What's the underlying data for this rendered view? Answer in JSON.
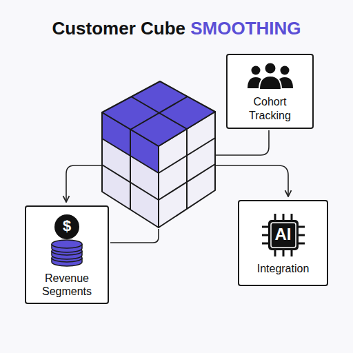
{
  "diagram": {
    "title": "Customer Cube SMOOTHING",
    "nodes": [
      {
        "text": [
          "Cohort Tracking"
        ]
      },
      {
        "text": [
          "$",
          "Revenue Segments"
        ]
      },
      {
        "text": [
          "AI",
          "Integration"
        ]
      }
    ]
  }
}
